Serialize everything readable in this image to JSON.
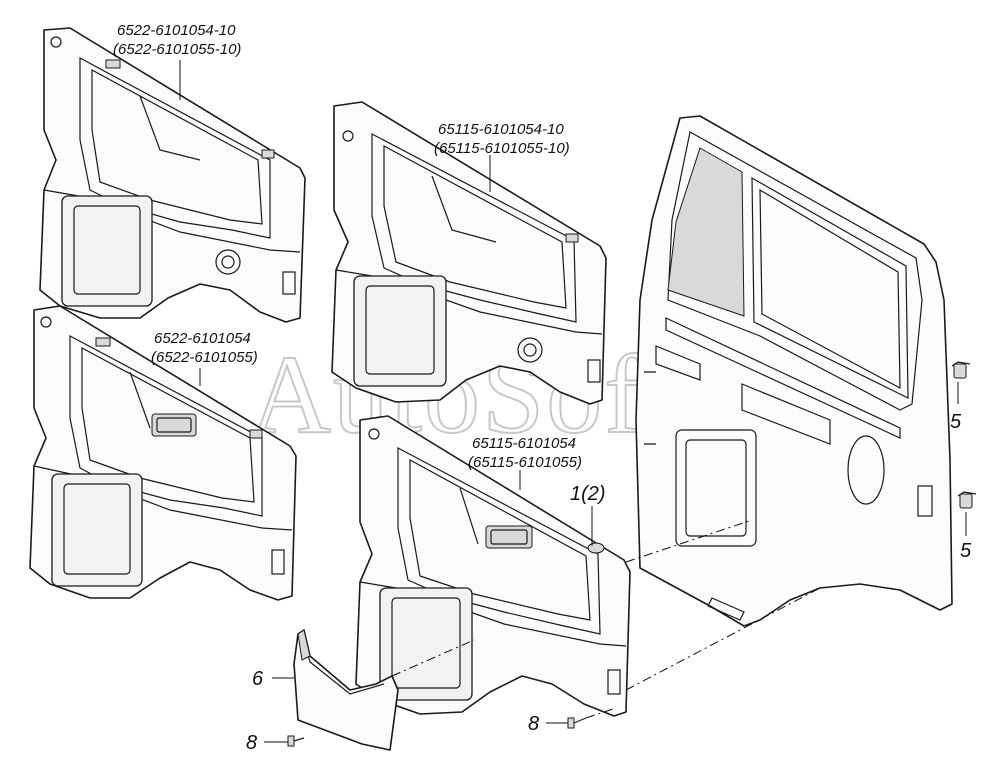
{
  "watermark": "AutoSoft",
  "labels": {
    "panel_a": {
      "line1": "6522-6101054-10",
      "line2": "(6522-6101055-10)"
    },
    "panel_b": {
      "line1": "65115-6101054-10",
      "line2": "(65115-6101055-10)"
    },
    "panel_c": {
      "line1": "6522-6101054",
      "line2": "(6522-6101055)"
    },
    "panel_d": {
      "line1": "65115-6101054",
      "line2": "(65115-6101055)"
    },
    "item_1": "1(2)",
    "item_5_upper": "5",
    "item_5_lower": "5",
    "item_6": "6",
    "item_8_left": "8",
    "item_8_right": "8"
  }
}
